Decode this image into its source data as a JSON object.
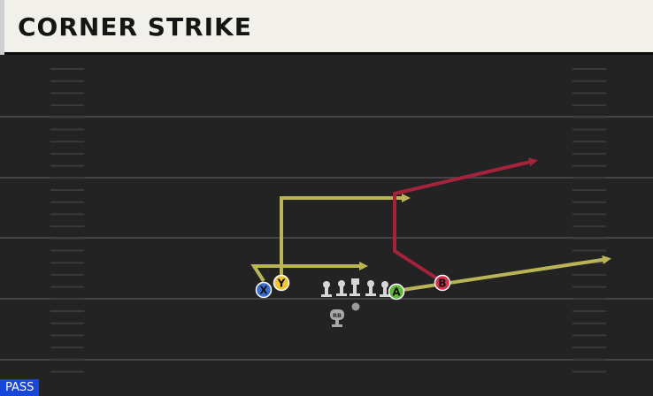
{
  "play": {
    "title": "CORNER STRIKE",
    "type_badge": "PASS"
  },
  "players": {
    "x": "X",
    "y": "Y",
    "a": "A",
    "b": "B",
    "rb": "RB"
  },
  "colors": {
    "route_primary": "#b9b455",
    "route_hot": "#a4233b",
    "btn_x": "#3b6ed1",
    "btn_y": "#f0c534",
    "btn_a": "#5fb73f",
    "btn_b": "#d0334a",
    "badge": "#1846d8"
  }
}
